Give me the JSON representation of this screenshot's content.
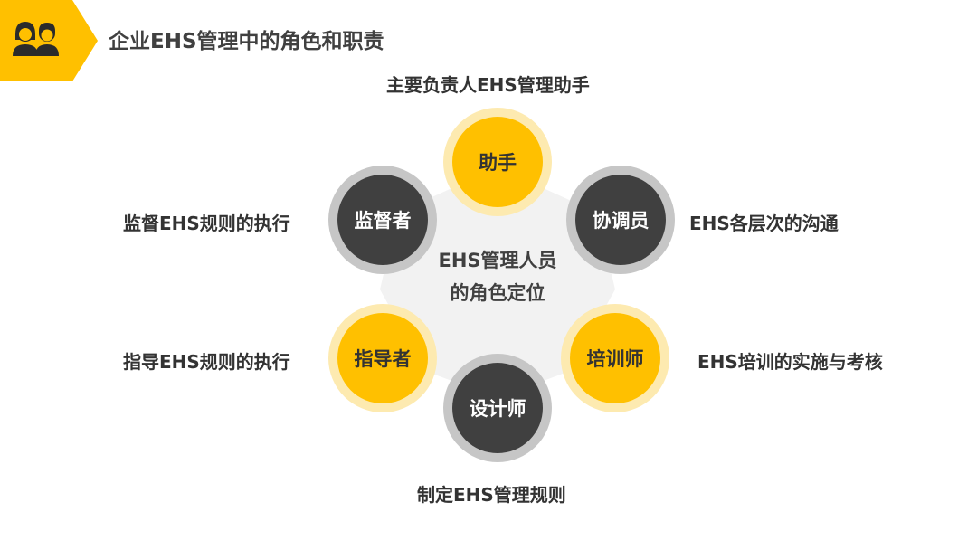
{
  "header": {
    "title": "企业EHS管理中的角色和职责",
    "badge_icon": "people-icon",
    "accent_color": "#ffc000"
  },
  "diagram": {
    "center_line1": "EHS管理人员",
    "center_line2": "的角色定位",
    "roles": {
      "assistant": {
        "label": "助手",
        "description": "主要负责人EHS管理助手",
        "style": "yellow"
      },
      "coordinator": {
        "label": "协调员",
        "description": "EHS各层次的沟通",
        "style": "dark"
      },
      "trainer": {
        "label": "培训师",
        "description": "EHS培训的实施与考核",
        "style": "yellow"
      },
      "designer": {
        "label": "设计师",
        "description": "制定EHS管理规则",
        "style": "dark"
      },
      "guide": {
        "label": "指导者",
        "description": "指导EHS规则的执行",
        "style": "yellow"
      },
      "supervisor": {
        "label": "监督者",
        "description": "监督EHS规则的执行",
        "style": "dark"
      }
    }
  }
}
